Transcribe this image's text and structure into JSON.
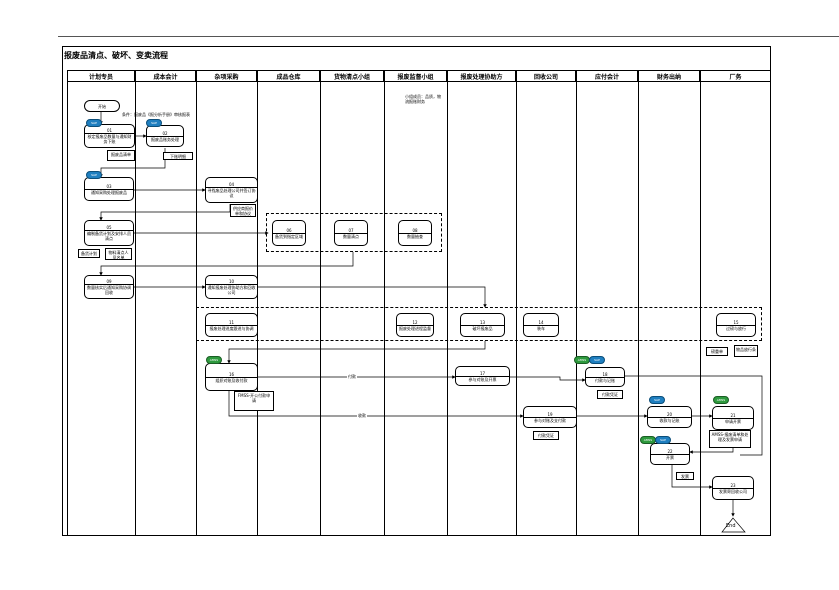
{
  "title": "报废品清点、破坏、变卖流程",
  "lanes": [
    "计划专员",
    "成本会计",
    "杂项采购",
    "成品仓库",
    "货物清点小组",
    "报废监督小组",
    "报废处理协助方",
    "回收公司",
    "应付会计",
    "财务出纳",
    "厂务"
  ],
  "start_label": "开始",
  "end_label": "End",
  "steps": [
    {
      "id": "01",
      "label": "核定报废品数量与通知财务下账"
    },
    {
      "id": "02",
      "label": "报废品账务处理"
    },
    {
      "id": "03",
      "label": "通知采购处理报废品"
    },
    {
      "id": "04",
      "label": "寻找废品处理公司并签订协议"
    },
    {
      "id": "05",
      "label": "编制备货计划及安排人员清点"
    },
    {
      "id": "06",
      "label": "备货到指定区域"
    },
    {
      "id": "07",
      "label": "数量清点"
    },
    {
      "id": "08",
      "label": "数量抽查"
    },
    {
      "id": "09",
      "label": "数量核实后通知采购协调回收"
    },
    {
      "id": "10",
      "label": "通知报废处理协助方和回收公司"
    },
    {
      "id": "11",
      "label": "报废处理进度跟进与协调"
    },
    {
      "id": "12",
      "label": "报废处理进程监督"
    },
    {
      "id": "13",
      "label": "破坏报废品"
    },
    {
      "id": "14",
      "label": "装车"
    },
    {
      "id": "15",
      "label": "过磅与放行"
    },
    {
      "id": "16",
      "label": "组织对账及收付款"
    },
    {
      "id": "17",
      "label": "参与对账及开票"
    },
    {
      "id": "18",
      "label": "付款与记账"
    },
    {
      "id": "19",
      "label": "参与对账及支付款"
    },
    {
      "id": "20",
      "label": "收款与记账"
    },
    {
      "id": "21",
      "label": "申请开票"
    },
    {
      "id": "22",
      "label": "开票"
    },
    {
      "id": "23",
      "label": "发票寄回收公司"
    }
  ],
  "docs": {
    "d1": "报废品清单",
    "d2": "下账明细",
    "d3": "供应商报价单和协议",
    "d4": "备货计划",
    "d5": "物料清点人员名单",
    "d6": "磅重单",
    "d7": "物品放行条",
    "d8": "FMSS-开公付款申请",
    "d9": "付款凭证",
    "d10": "付款凭证",
    "d11": "AMSS-报废清单和处理及发票申请",
    "d12": "发票"
  },
  "notes": {
    "n1": "条件：报废品《报分析手册》审核报表",
    "n2": "小组成员：品质，物流报账财务"
  },
  "edges": {
    "pay_out": "付款",
    "pay_in": "收款"
  },
  "pills": {
    "blue": "SAP",
    "green": "AMSS"
  }
}
